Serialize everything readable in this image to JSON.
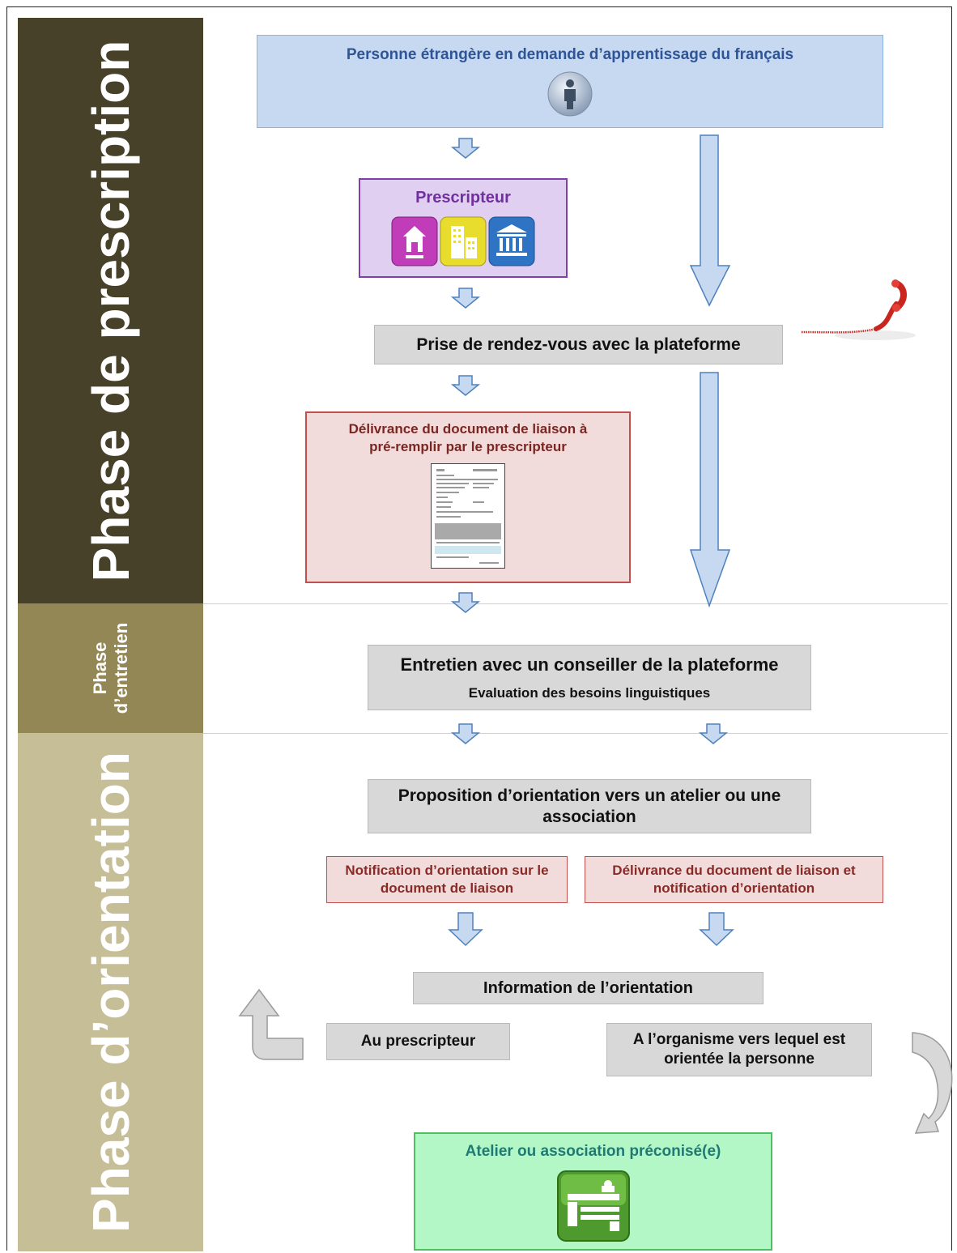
{
  "phases": {
    "prescription": "Phase de prescription",
    "entretien_line1": "Phase",
    "entretien_line2": "d’entretien",
    "orientation": "Phase d’orientation"
  },
  "nodes": {
    "person_request": "Personne étrangère en demande d’apprentissage du français",
    "prescriber": "Prescripteur",
    "appointment": "Prise de rendez-vous avec la plateforme",
    "liaison_doc": "Délivrance du document de liaison à pré-remplir par le prescripteur",
    "interview_title": "Entretien avec un conseiller de la plateforme",
    "interview_subtitle": "Evaluation des besoins linguistiques",
    "orientation_proposal": "Proposition d’orientation vers un atelier ou une association",
    "notification_on_doc": "Notification d’orientation sur le document de liaison",
    "doc_and_notification": "Délivrance du document de liaison et notification d’orientation",
    "orientation_info": "Information de l’orientation",
    "to_prescriber": "Au prescripteur",
    "to_organism": "A l’organisme vers lequel est orientée la personne",
    "workshop": "Atelier ou association préconisé(e)"
  },
  "icons": {
    "person": "person-icon",
    "prescriber_types": [
      "house-icon",
      "building-icon",
      "institution-icon"
    ],
    "phone": "phone-icon",
    "document": "document-thumbnail-icon",
    "workshop": "desk-icon"
  },
  "colors": {
    "phase_prescription": "#47412a",
    "phase_entretien": "#938756",
    "phase_orientation": "#c5be97",
    "box_blue": "#c6d9f1",
    "box_purple": "#e0cff0",
    "box_pink": "#f2dcdb",
    "box_gray": "#d8d8d8",
    "box_green": "#b3f7c7",
    "arrow_fill": "#c6d9f1",
    "arrow_stroke": "#4f81bd"
  }
}
